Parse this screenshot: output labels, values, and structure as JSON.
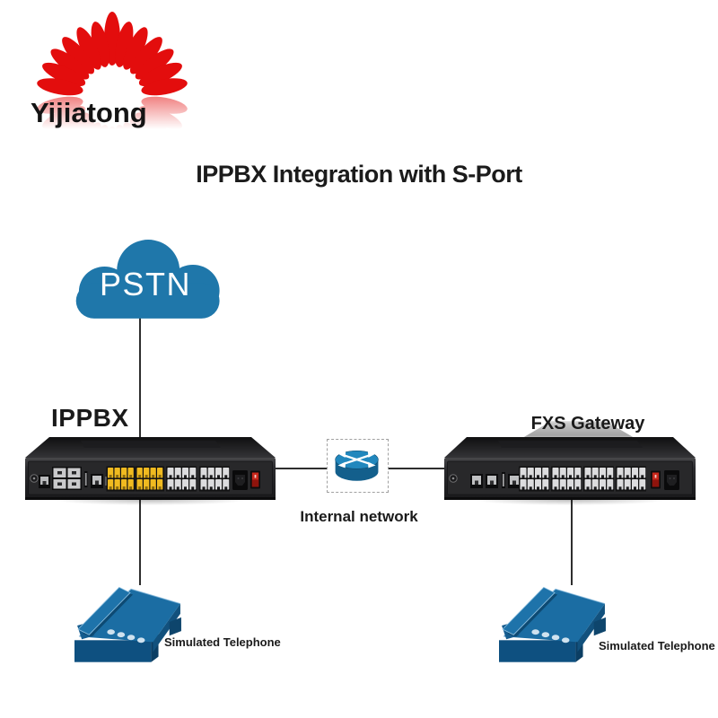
{
  "page": {
    "background": "#ffffff"
  },
  "logo": {
    "brand": "Yijiatong"
  },
  "title": "IPPBX Integration with S-Port",
  "diagram": {
    "pstn": {
      "label": "PSTN"
    },
    "ippbx": {
      "label": "IPPBX"
    },
    "network": {
      "label": "Internal network"
    },
    "fxs": {
      "label": "FXS Gateway"
    },
    "phone_left": {
      "label": "Simulated Telephone"
    },
    "phone_right": {
      "label": "Simulated Telephone"
    }
  },
  "links": [
    {
      "from": "PSTN",
      "to": "IPPBX"
    },
    {
      "from": "IPPBX",
      "to": "Internal network"
    },
    {
      "from": "Internal network",
      "to": "FXS Gateway"
    },
    {
      "from": "IPPBX",
      "to": "Simulated Telephone"
    },
    {
      "from": "FXS Gateway",
      "to": "Simulated Telephone"
    }
  ],
  "colors": {
    "brand_red": "#e30d0d",
    "cloud_blue": "#1f77aa",
    "router_blue": "#2187bd",
    "phone_blue": "#1b6da3",
    "device_black": "#1e1e20",
    "port_yellow": "#f0ba20",
    "switch_red": "#c8271b",
    "line": "#2e2e2e",
    "text": "#1a1a1a"
  }
}
